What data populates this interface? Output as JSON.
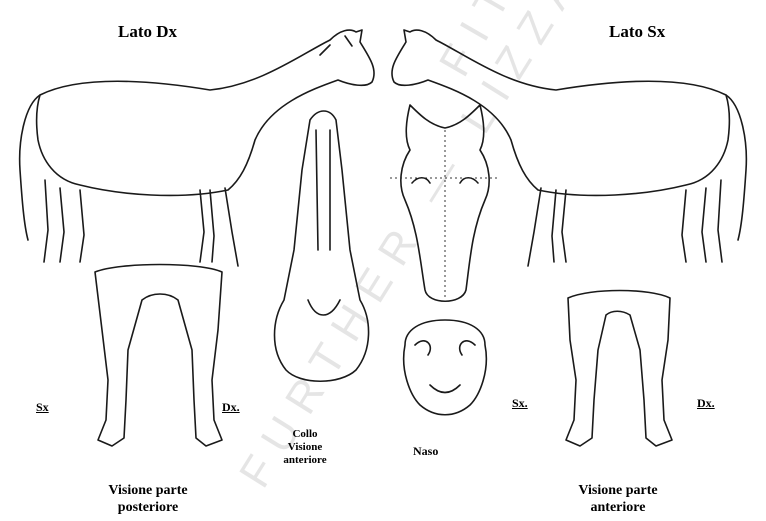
{
  "labels": {
    "lato_dx": "Lato Dx",
    "lato_sx": "Lato Sx",
    "sx_left": "Sx",
    "dx_left": "Dx.",
    "sx_right": "Sx.",
    "dx_right": "Dx.",
    "collo_line1": "Collo",
    "collo_line2": "Visione",
    "collo_line3": "anteriore",
    "naso": "Naso",
    "post_line1": "Visione parte",
    "post_line2": "posteriore",
    "ant_line1": "Visione parte",
    "ant_line2": "anteriore"
  },
  "watermark": {
    "upper": "FITTA",
    "lower": "FURTHER — LIZZA"
  }
}
